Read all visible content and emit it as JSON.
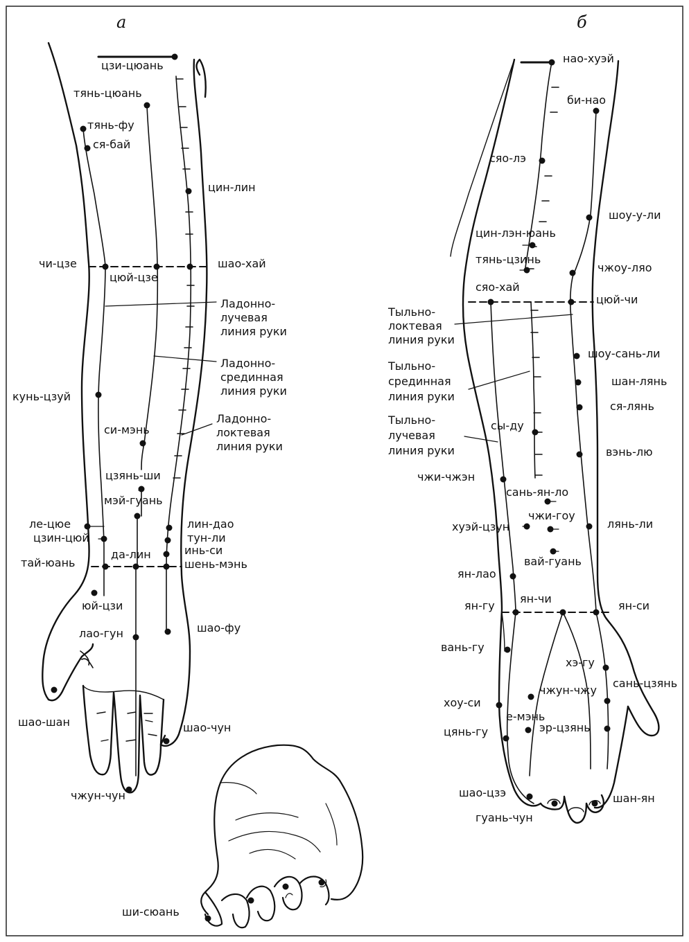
{
  "panels": {
    "a": {
      "title": "а",
      "points": {
        "czi_czyuan": "цзи-цюань",
        "tyan_czyuan": "тянь-цюань",
        "tyan_fu": "тянь-фу",
        "sya_bai": "ся-бай",
        "cin_lin": "цин-лин",
        "chi_cze": "чи-цзе",
        "shao_hai": "шао-хай",
        "czyui_cze": "цюй-цзе",
        "kun_czui": "кунь-цзуй",
        "si_men": "си-мэнь",
        "czyan_shi": "цзянь-ши",
        "mei_guan": "мэй-гуань",
        "le_czyue": "ле-цюе",
        "czin_czyui": "цзин-цюй",
        "lin_dao": "лин-дао",
        "tun_li": "тун-ли",
        "in_si": "инь-си",
        "da_lin": "да-лин",
        "tai_yuan": "тай-юань",
        "shen_men": "шень-мэнь",
        "yui_czi": "юй-цзи",
        "shao_fu": "шао-фу",
        "lao_gun": "лао-гун",
        "shao_shan": "шао-шан",
        "shao_chun": "шао-чун",
        "chzhun_chun": "чжун-чун",
        "shi_syuan": "ши-сюань"
      },
      "lines": {
        "radial": [
          "Ладонно-",
          "лучевая",
          "линия руки"
        ],
        "median": [
          "Ладонно-",
          "срединная",
          "линия руки"
        ],
        "ulnar": [
          "Ладонно-",
          "локтевая",
          "линия руки"
        ]
      }
    },
    "b": {
      "title": "б",
      "points": {
        "nao_huei": "нао-хуэй",
        "bi_nao": "би-нао",
        "syao_le": "сяо-лэ",
        "shou_u_li": "шоу-у-ли",
        "cin_len_yuan": "цин-лэн-юань",
        "tyan_czin": "тянь-цзинь",
        "chzhou_lyao": "чжоу-ляо",
        "syao_hai": "сяо-хай",
        "czyui_chi": "цюй-чи",
        "shou_san_li": "шоу-сань-ли",
        "shan_lyan": "шан-лянь",
        "sya_lyan": "ся-лянь",
        "sy_du": "сы-ду",
        "vzen_lyu": "вэнь-лю",
        "chzhi_chzhen": "чжи-чжэн",
        "san_yan_lo": "сань-ян-ло",
        "chzhi_gou": "чжи-гоу",
        "huei_czun": "хуэй-цзун",
        "lyan_li": "лянь-ли",
        "vai_guan": "вай-гуань",
        "yan_lao": "ян-лао",
        "yan_gu": "ян-гу",
        "yan_chi": "ян-чи",
        "yan_si": "ян-си",
        "van_gu": "вань-гу",
        "he_gu": "хэ-гу",
        "san_czyan": "сань-цзянь",
        "chzhun_chzhu": "чжун-чжу",
        "hou_si": "хоу-си",
        "e_men": "е-мэнь",
        "cyan_gu": "цянь-гу",
        "er_czyan": "эр-цзянь",
        "shao_cze": "шао-цзэ",
        "shan_yan": "шан-ян",
        "guan_chun": "гуань-чун"
      },
      "lines": {
        "ulnar": [
          "Тыльно-",
          "локтевая",
          "линия руки"
        ],
        "median": [
          "Тыльно-",
          "срединная",
          "линия руки"
        ],
        "radial": [
          "Тыльно-",
          "лучевая",
          "линия руки"
        ]
      }
    }
  }
}
